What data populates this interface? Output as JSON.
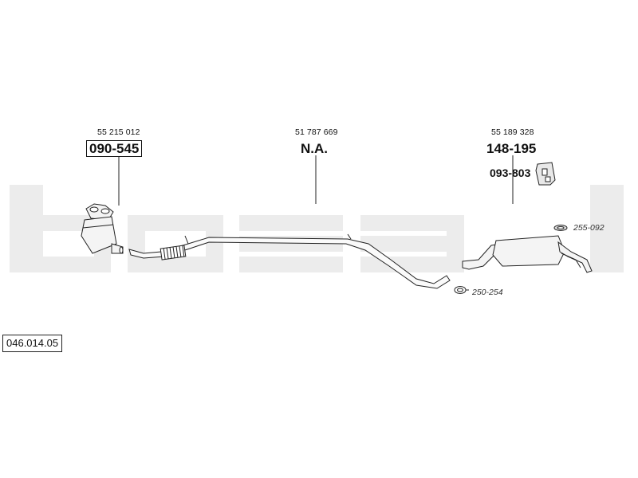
{
  "diagram_number": "046.014.05",
  "watermark": "bosal",
  "parts": {
    "front": {
      "oem": "55 215 012",
      "code": "090-545"
    },
    "middle": {
      "oem": "51 787 669",
      "code": "N.A."
    },
    "rear": {
      "oem": "55 189 328",
      "code": "148-195",
      "bracket_code": "093-803"
    },
    "hanger_code": "255-092",
    "clamp_code": "250-254"
  },
  "colors": {
    "watermark": "#ececec",
    "line": "#222222",
    "part_fill": "#f4f4f4"
  }
}
